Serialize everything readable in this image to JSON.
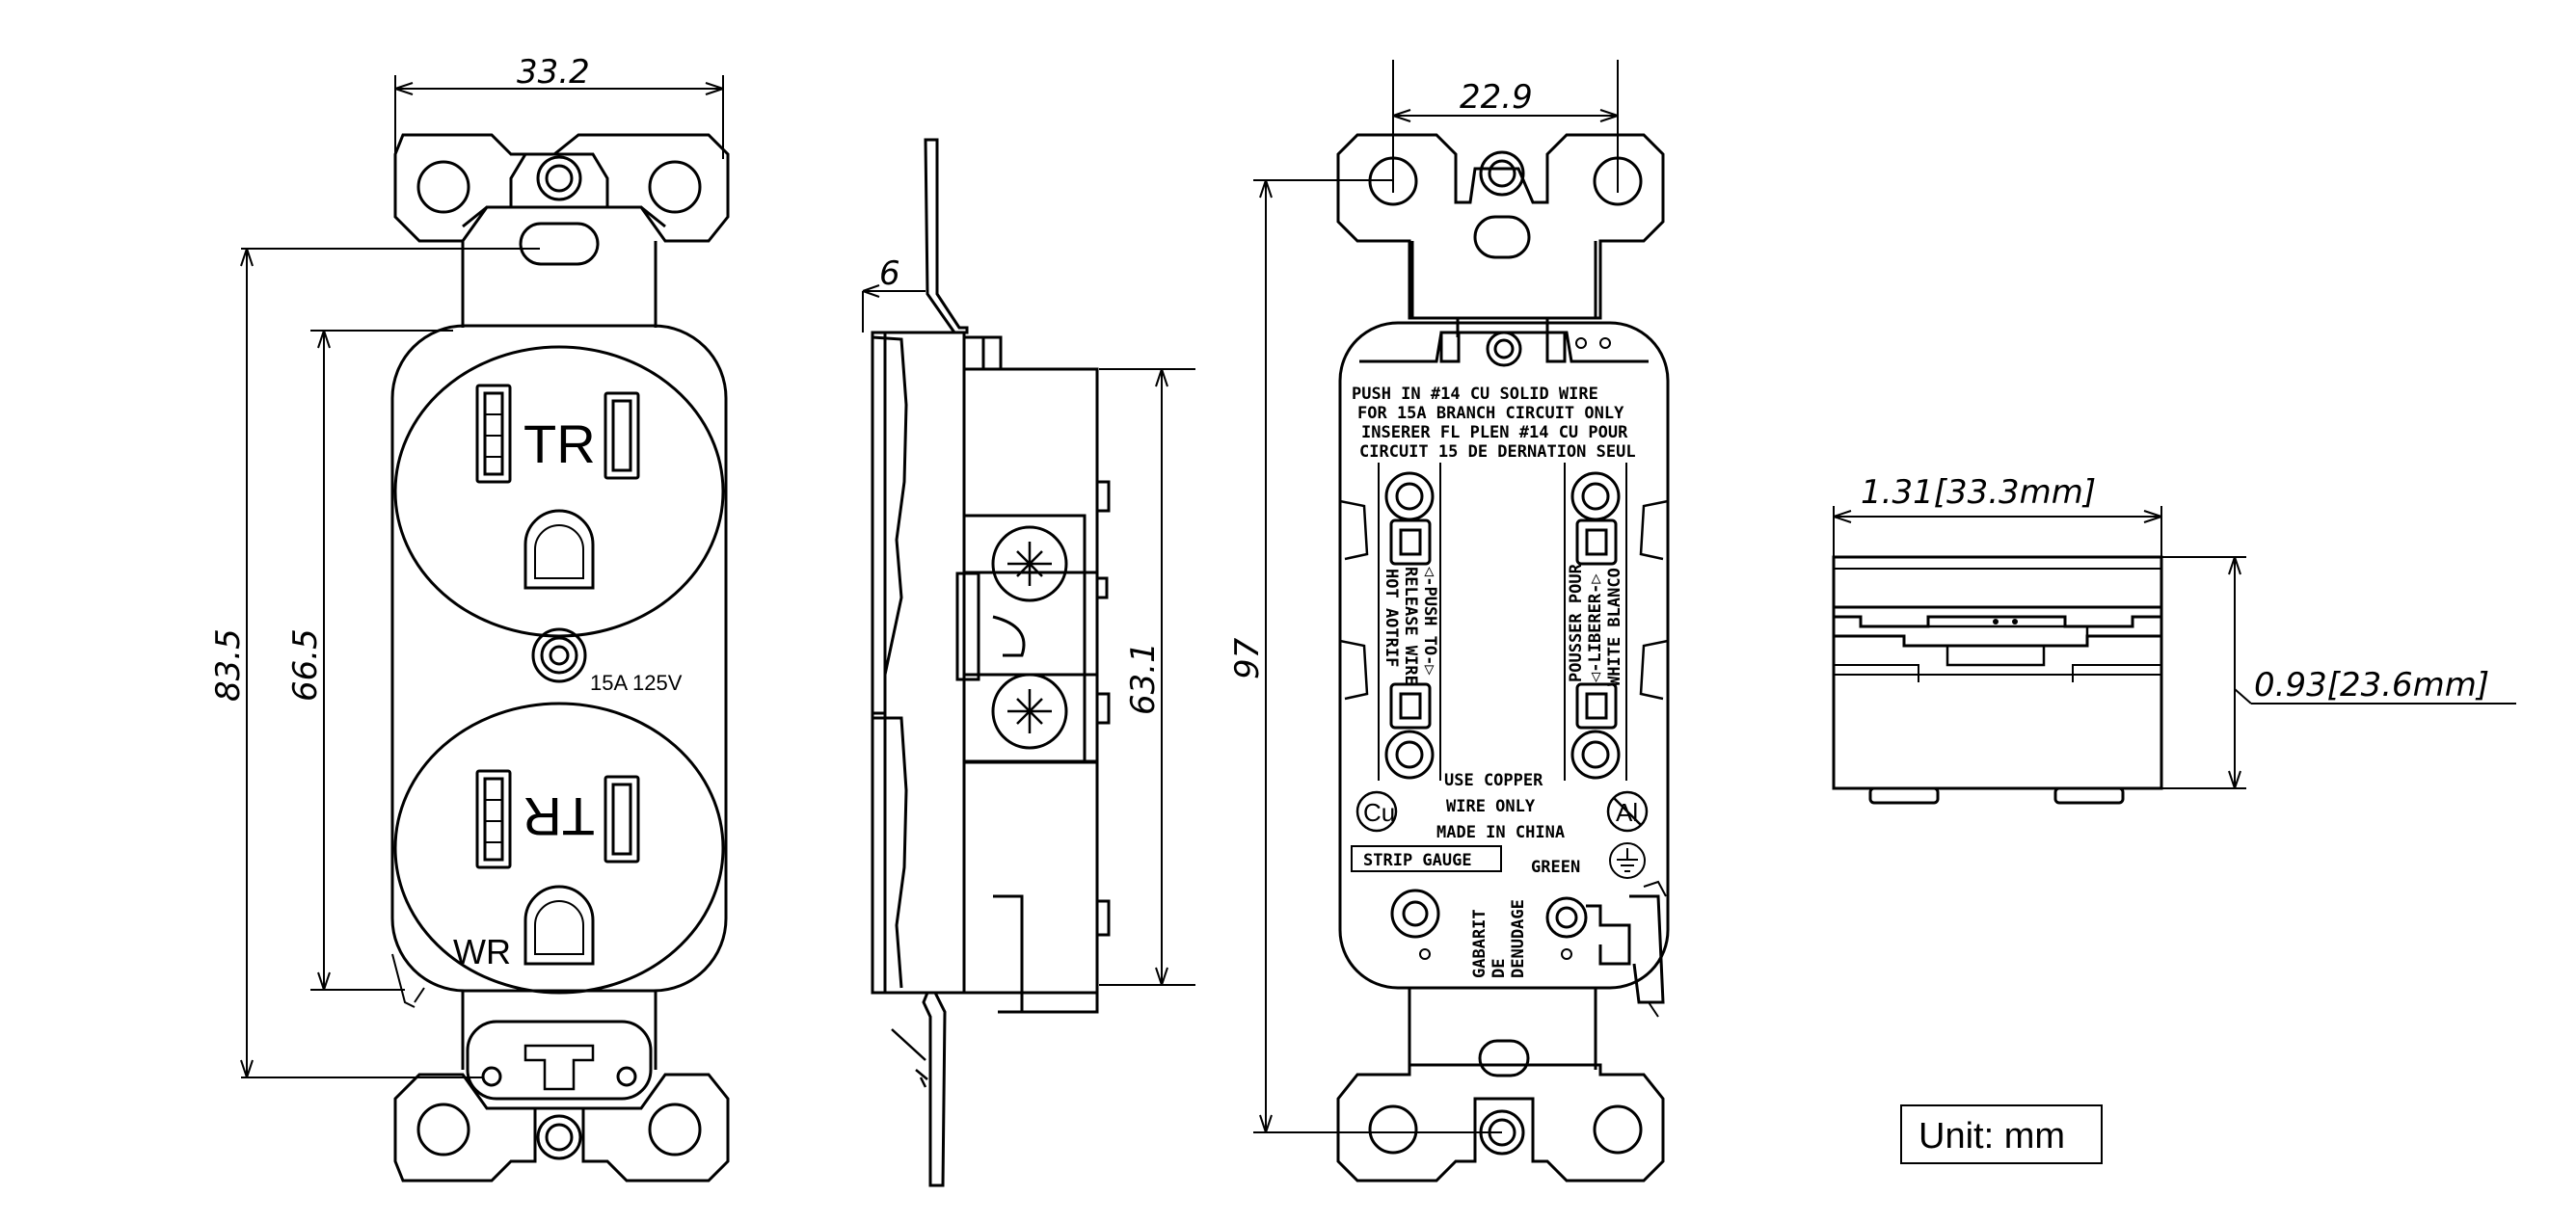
{
  "front_view": {
    "width_dim": "33.2",
    "height_dim_outer": "83.5",
    "height_dim_inner": "66.5",
    "upper_outlet_label": "TR",
    "lower_outlet_label": "TR",
    "rating": "15A 125V",
    "wr_label": "WR"
  },
  "side_view": {
    "depth_dim": "6",
    "height_dim": "63.1"
  },
  "back_view": {
    "width_dim": "22.9",
    "height_dim": "97",
    "instructions": [
      "PUSH IN #14     CU SOLID WIRE",
      "FOR 15A BRANCH CIRCUIT ONLY",
      "INSERER FL PLEN #14 CU POUR",
      "CIRCUIT 15 DE DERNATION SEUL"
    ],
    "left_vertical": [
      "◁-PUSH TO-▷",
      "RELEASE WIRE",
      "HOT AOTRIF"
    ],
    "right_vertical": [
      "POUSSER POUR",
      "◁-LIBERER-▷",
      "WHITE BLANCO"
    ],
    "copper_note": [
      "USE COPPER",
      "WIRE ONLY",
      "MADE IN CHINA"
    ],
    "cu_symbol": "Cu",
    "al_symbol": "Al",
    "strip_gauge": "STRIP GAUGE",
    "green_label": "GREEN",
    "gabarit": [
      "GABARIT",
      "DE",
      "DENUDAGE"
    ]
  },
  "top_view": {
    "width_dim": "1.31[33.3mm]",
    "height_dim": "0.93[23.6mm]"
  },
  "unit_label": "Unit: mm"
}
